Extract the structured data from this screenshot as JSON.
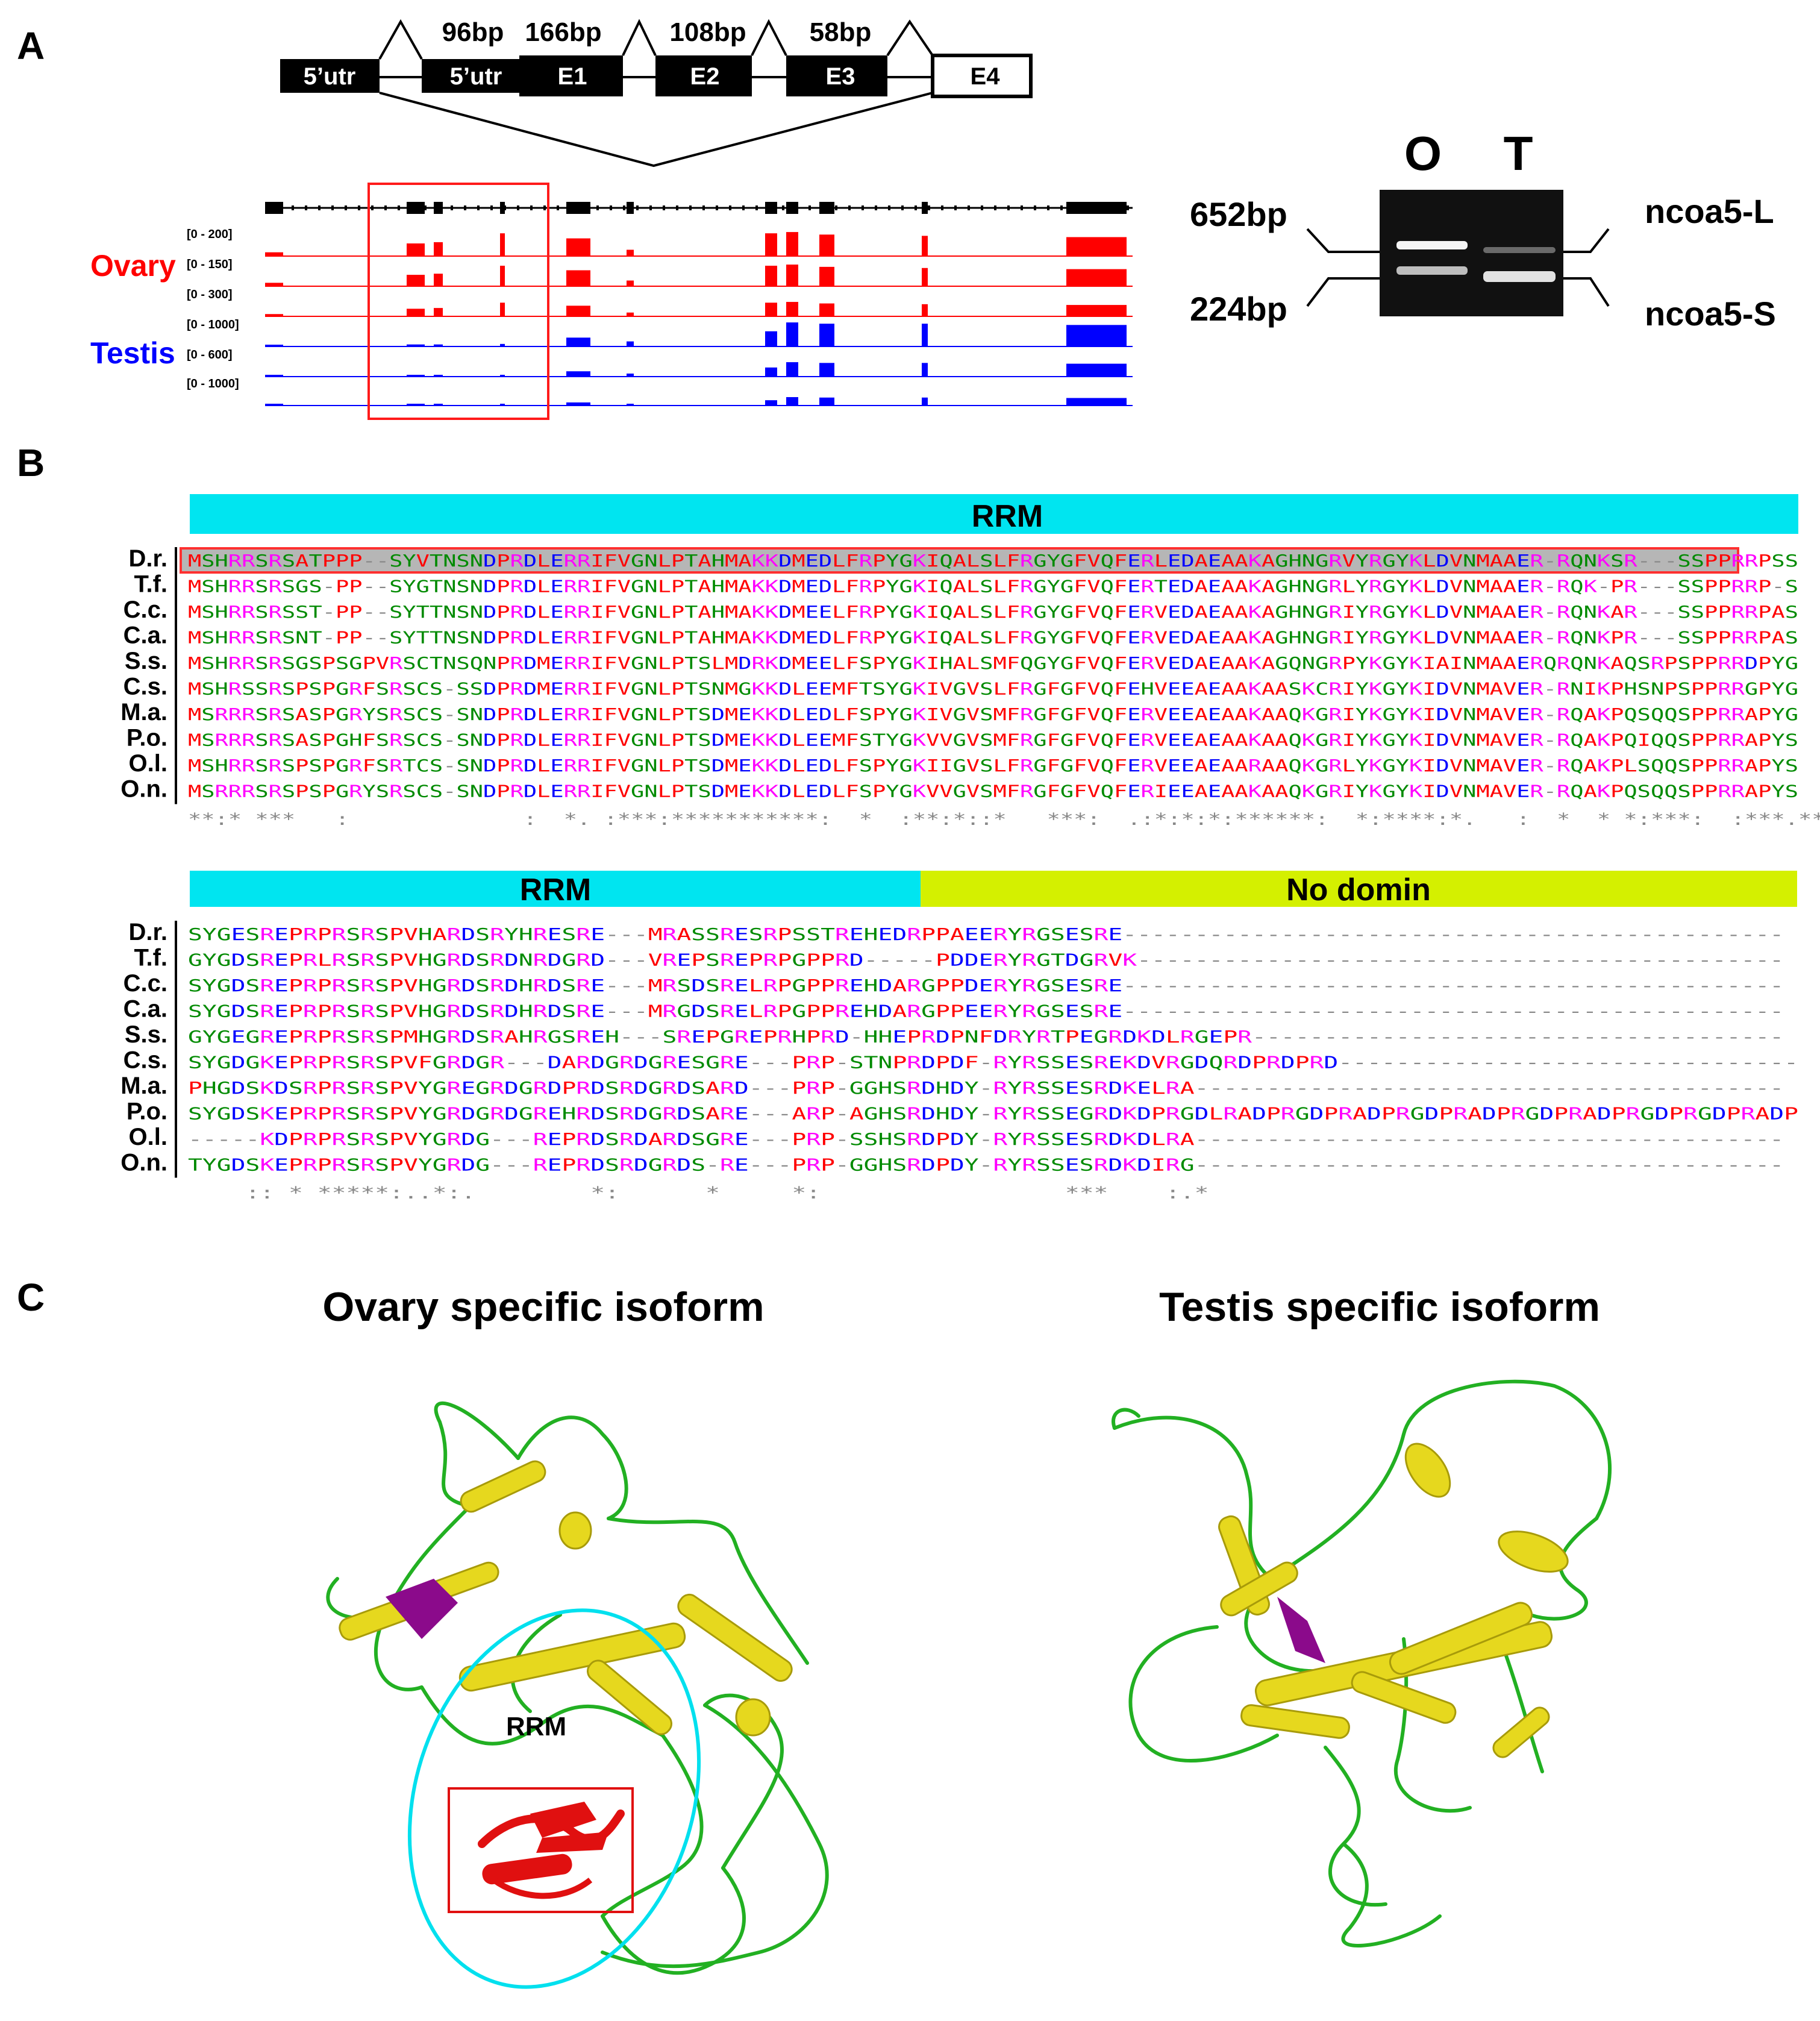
{
  "panels": {
    "A": "A",
    "B": "B",
    "C": "C"
  },
  "gene_model": {
    "boxes": [
      {
        "label": "5’utr",
        "filled": true
      },
      {
        "label": "5’utr",
        "filled": true
      },
      {
        "label": "E1",
        "filled": true
      },
      {
        "label": "E2",
        "filled": true
      },
      {
        "label": "E3",
        "filled": true
      },
      {
        "label": "E4",
        "filled": false
      }
    ],
    "sizes": [
      "96bp",
      "166bp",
      "108bp",
      "58bp"
    ]
  },
  "tracks": {
    "ovary_label": "Ovary",
    "testis_label": "Testis",
    "ovary_color": "#ff0000",
    "testis_color": "#0000ff",
    "ranges": [
      "[0 - 200]",
      "[0 - 150]",
      "[0 - 300]",
      "[0 - 1000]",
      "[0 - 600]",
      "[0 - 1000]"
    ]
  },
  "gel": {
    "lanes": [
      "O",
      "T"
    ],
    "left_labels": [
      "652bp",
      "224bp"
    ],
    "right_labels": [
      "ncoa5-L",
      "ncoa5-S"
    ]
  },
  "alignment": {
    "domain1": "RRM",
    "domain2": "RRM",
    "domain3": "No domin",
    "domain_colors": {
      "rrm": "#00e5f0",
      "nodomain": "#d4f000"
    },
    "species": [
      "D.r.",
      "T.f.",
      "C.c.",
      "C.a.",
      "S.s.",
      "C.s.",
      "M.a.",
      "P.o.",
      "O.l.",
      "O.n."
    ],
    "block1": [
      "MSHRRSRSATPPP--SYVTNSNDPRDLERRIFVGNLPTAHMAKKDMEDLFRPYGKIQALSLFRGYGFVQFERLEDAEAAKAGHNGRVYRGYKLDVNMAAER-RQNKSR---SSPPRRPSS",
      "MSHRRSRSGS-PP--SYGTNSNDPRDLERRIFVGNLPTAHMAKKDMEDLFRPYGKIQALSLFRGYGFVQFERTEDAEAAKAGHNGRLYRGYKLDVNMAAER-RQK-PR---SSPPRRP-S",
      "MSHRRSRSST-PP--SYTTNSNDPRDLERRIFVGNLPTAHMAKKDMEELFRPYGKIQALSLFRGYGFVQFERVEDAEAAKAGHNGRIYRGYKLDVNMAAER-RQNKAR---SSPPRRPAS",
      "MSHRRSRSNT-PP--SYTTNSNDPRDLERRIFVGNLPTAHMAKKDMEDLFRPYGKIQALSLFRGYGFVQFERVEDAEAAKAGHNGRIYRGYKLDVNMAAER-RQNKPR---SSPPRRPAS",
      "MSHRRSRSGSPSGPVRSCTNSQNPRDMERRIFVGNLPTSLMDRKDMEELFSPYGKIHALSMFQGYGFVQFERVEDAEAAKAGQNGRPYKGYKIAINMAAERQRQNKAQSRPSPPRRDPYG",
      "MSHRSSRSPSPGRFSRSCS-SSDPRDMERRIFVGNLPTSNMGKKDLEEMFTSYGKIVGVSLFRGFGFVQFEHVEEAEAAKAASKCRIYKGYKIDVNMAVER-RNIKPHSNPSPPRRGPYG",
      "MSRRRSRSASPGRYSRSCS-SNDPRDLERRIFVGNLPTSDMEKKDLEDLFSPYGKIVGVSMFRGFGFVQFERVEEAEAAKAAQKGRIYKGYKIDVNMAVER-RQAKPQSQQSPPRRAPYG",
      "MSRRRSRSASPGHFSRSCS-SNDPRDLERRIFVGNLPTSDMEKKDLEEMFSTYGKVVGVSMFRGFGFVQFERVEEAEAAKAAQKGRIYKGYKIDVNMAVER-RQAKPQIQQSPPRRAPYS",
      "MSHRRSRSPSPGRFSRTCS-SNDPRDLERRIFVGNLPTSDMEKKDLEDLFSPYGKIIGVSLFRGFGFVQFERVEEAEAARAAQKGRLYKGYKIDVNMAVER-RQAKPLSQQSPPRRAPYS",
      "MSRRRSRSPSPGRYSRSCS-SNDPRDLERRIFVGNLPTSDMEKKDLEDLFSPYGKVVGVSMFRGFGFVQFERIEEAEAAKAAQKGRIYKGYKIDVNMAVER-RQAKPQSQQSPPRRAPYS"
    ],
    "conservation1": "**:* ***   :             :  *. :***:***********:  *  :**:*::*   ***:  .:*:*:*:******:  *:****:*.   :  *  * *:***:  :***.** *:          * * * * .",
    "block2": [
      "SYGESREPRPRSRSPVHARDSRYHRESRE---MRASSRESRPSSTREHEDRPPAEERYRGSESRE----------------------------------------------",
      "GYGDSREPRLRSRSPVHGRDSRDNRDGRD---VREPSREPRPGPPRD-----PDDERYRGTDGRVK---------------------------------------------",
      "SYGDSREPRPRSRSPVHGRDSRDHRDSRE---MRSDSRELRPGPPREHDARGPPDERYRGSESRE----------------------------------------------",
      "SYGDSREPRPRSRSPVHGRDSRDHRDSRE---MRGDSRELRPGPPREHDARGPPEERYRGSESRE----------------------------------------------",
      "GYGEGREPRPRSRSPMHGRDSRAHRGSREH---SREPGREPRHPRD-HHEPRDPNFDRYRTPEGRDKDLRGEPR-------------------------------------",
      "SYGDGKEPRPRSRSPVFGRDGR---DARDGRDGRESGRE---PRP-STNPRDPDF-RYRSSESREKDVRGDQRDPRDPRD--------------------------------",
      "PHGDSKDSRPRSRSPVYGREGRDGRDPRDSRDGRDSARD---PRP-GGHSRDHDY-RYRSSESRDKELRA-----------------------------------------",
      "SYGDSKEPRPRSRSPVYGRDGRDGREHRDSRDGRDSARE---ARP-AGHSRDHDY-RYRSSEGRDKDPRGDLRADPRGDPRADPRGDPRADPRGDPRADPRGDPRGDPRADP",
      "-----KDPRPRSRSPVYGRDG---REPRDSRDARDSGRE---PRP-SSHSRDPDY-RYRSSESRDKDLRA-----------------------------------------",
      "TYGDSKEPRPRSRSPVYGRDG---REPRDSRDGRDS-RE---PRP-GGHSRDPDY-RYRSSESRDKDIRG-----------------------------------------"
    ],
    "conservation2": "    :: * *****:..*:.        *:      *     *:                 ***    :.*"
  },
  "structures": {
    "left_title": "Ovary specific isoform",
    "right_title": "Testis specific isoform",
    "rrm_label": "RRM",
    "colors": {
      "coil": "#22b022",
      "helix": "#e6d81e",
      "sheet": "#8b0a8b",
      "rrm": "#e01010",
      "ellipse": "#00e0ee"
    }
  }
}
